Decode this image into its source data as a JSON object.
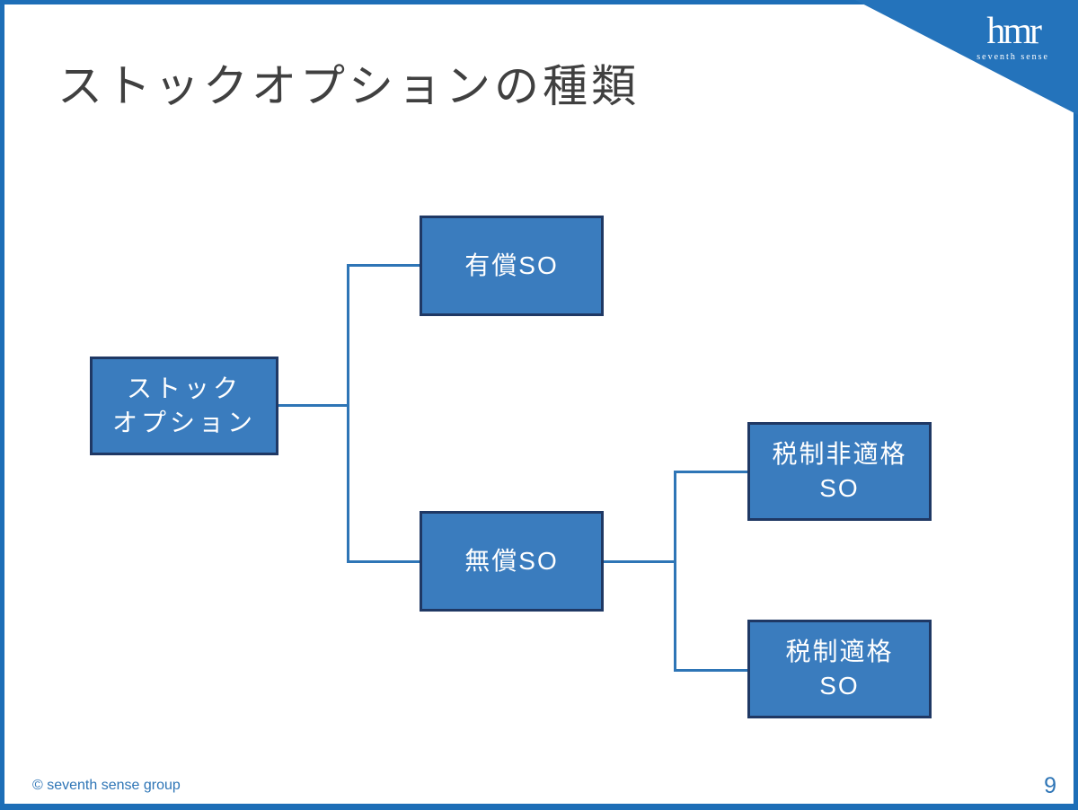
{
  "slide": {
    "title": "ストックオプションの種類",
    "footer_copyright": "© seventh sense group",
    "page_number": "9"
  },
  "logo": {
    "wordmark": "hmr",
    "tagline": "seventh sense"
  },
  "diagram": {
    "type": "tree",
    "nodes": {
      "root": {
        "label": "ストック\nオプション"
      },
      "paid": {
        "label": "有償SO"
      },
      "free": {
        "label": "無償SO"
      },
      "non_qualified": {
        "label": "税制非適格\nSO"
      },
      "qualified": {
        "label": "税制適格\nSO"
      }
    },
    "edges": [
      {
        "from": "root",
        "to": "paid"
      },
      {
        "from": "root",
        "to": "free"
      },
      {
        "from": "free",
        "to": "non_qualified"
      },
      {
        "from": "free",
        "to": "qualified"
      }
    ]
  },
  "colors": {
    "node_fill": "#3a7cbe",
    "node_border": "#1f3864",
    "connector": "#2e75b6",
    "frame": "#1d6eb7",
    "corner": "#2473bb",
    "title_text": "#404040",
    "footer_text": "#2e75b6"
  }
}
